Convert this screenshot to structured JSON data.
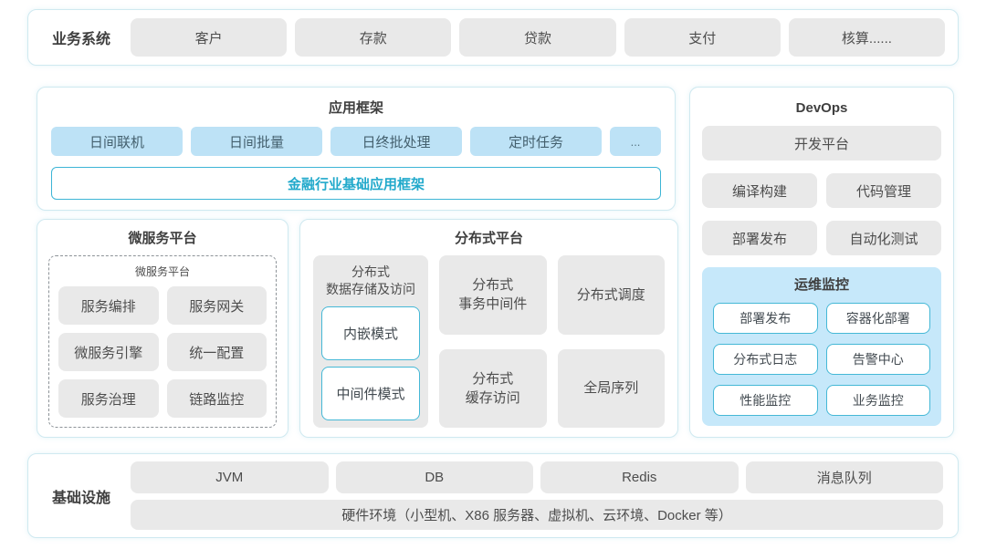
{
  "colors": {
    "panel_border": "#cfe9f0",
    "gray_box_bg": "#e9e9e9",
    "blue_box_bg": "#bde2f6",
    "monitor_panel_bg": "#c6e8fa",
    "teal_border": "#45b8d6",
    "teal_text": "#21a9cb",
    "body_text": "#4d4d4d"
  },
  "business": {
    "label": "业务系统",
    "items": [
      "客户",
      "存款",
      "贷款",
      "支付",
      "核算......"
    ]
  },
  "app_framework": {
    "title": "应用框架",
    "items": [
      "日间联机",
      "日间批量",
      "日终批处理",
      "定时任务",
      "..."
    ],
    "base": "金融行业基础应用框架"
  },
  "devops": {
    "title": "DevOps",
    "platform": "开发平台",
    "items": [
      "编译构建",
      "代码管理",
      "部署发布",
      "自动化测试"
    ],
    "monitoring": {
      "title": "运维监控",
      "items": [
        "部署发布",
        "容器化部署",
        "分布式日志",
        "告警中心",
        "性能监控",
        "业务监控"
      ]
    }
  },
  "microservice": {
    "title": "微服务平台",
    "inner_title": "微服务平台",
    "items": [
      "服务编排",
      "服务网关",
      "微服务引擎",
      "统一配置",
      "服务治理",
      "链路监控"
    ]
  },
  "distributed": {
    "title": "分布式平台",
    "storage": {
      "line1": "分布式",
      "line2": "数据存储及访问",
      "modes": [
        "内嵌模式",
        "中间件模式"
      ]
    },
    "transaction": {
      "line1": "分布式",
      "line2": "事务中间件"
    },
    "scheduling": "分布式调度",
    "cache": {
      "line1": "分布式",
      "line2": "缓存访问"
    },
    "sequence": "全局序列"
  },
  "infrastructure": {
    "label": "基础设施",
    "items": [
      "JVM",
      "DB",
      "Redis",
      "消息队列"
    ],
    "hardware": "硬件环境（小型机、X86 服务器、虚拟机、云环境、Docker 等）"
  }
}
